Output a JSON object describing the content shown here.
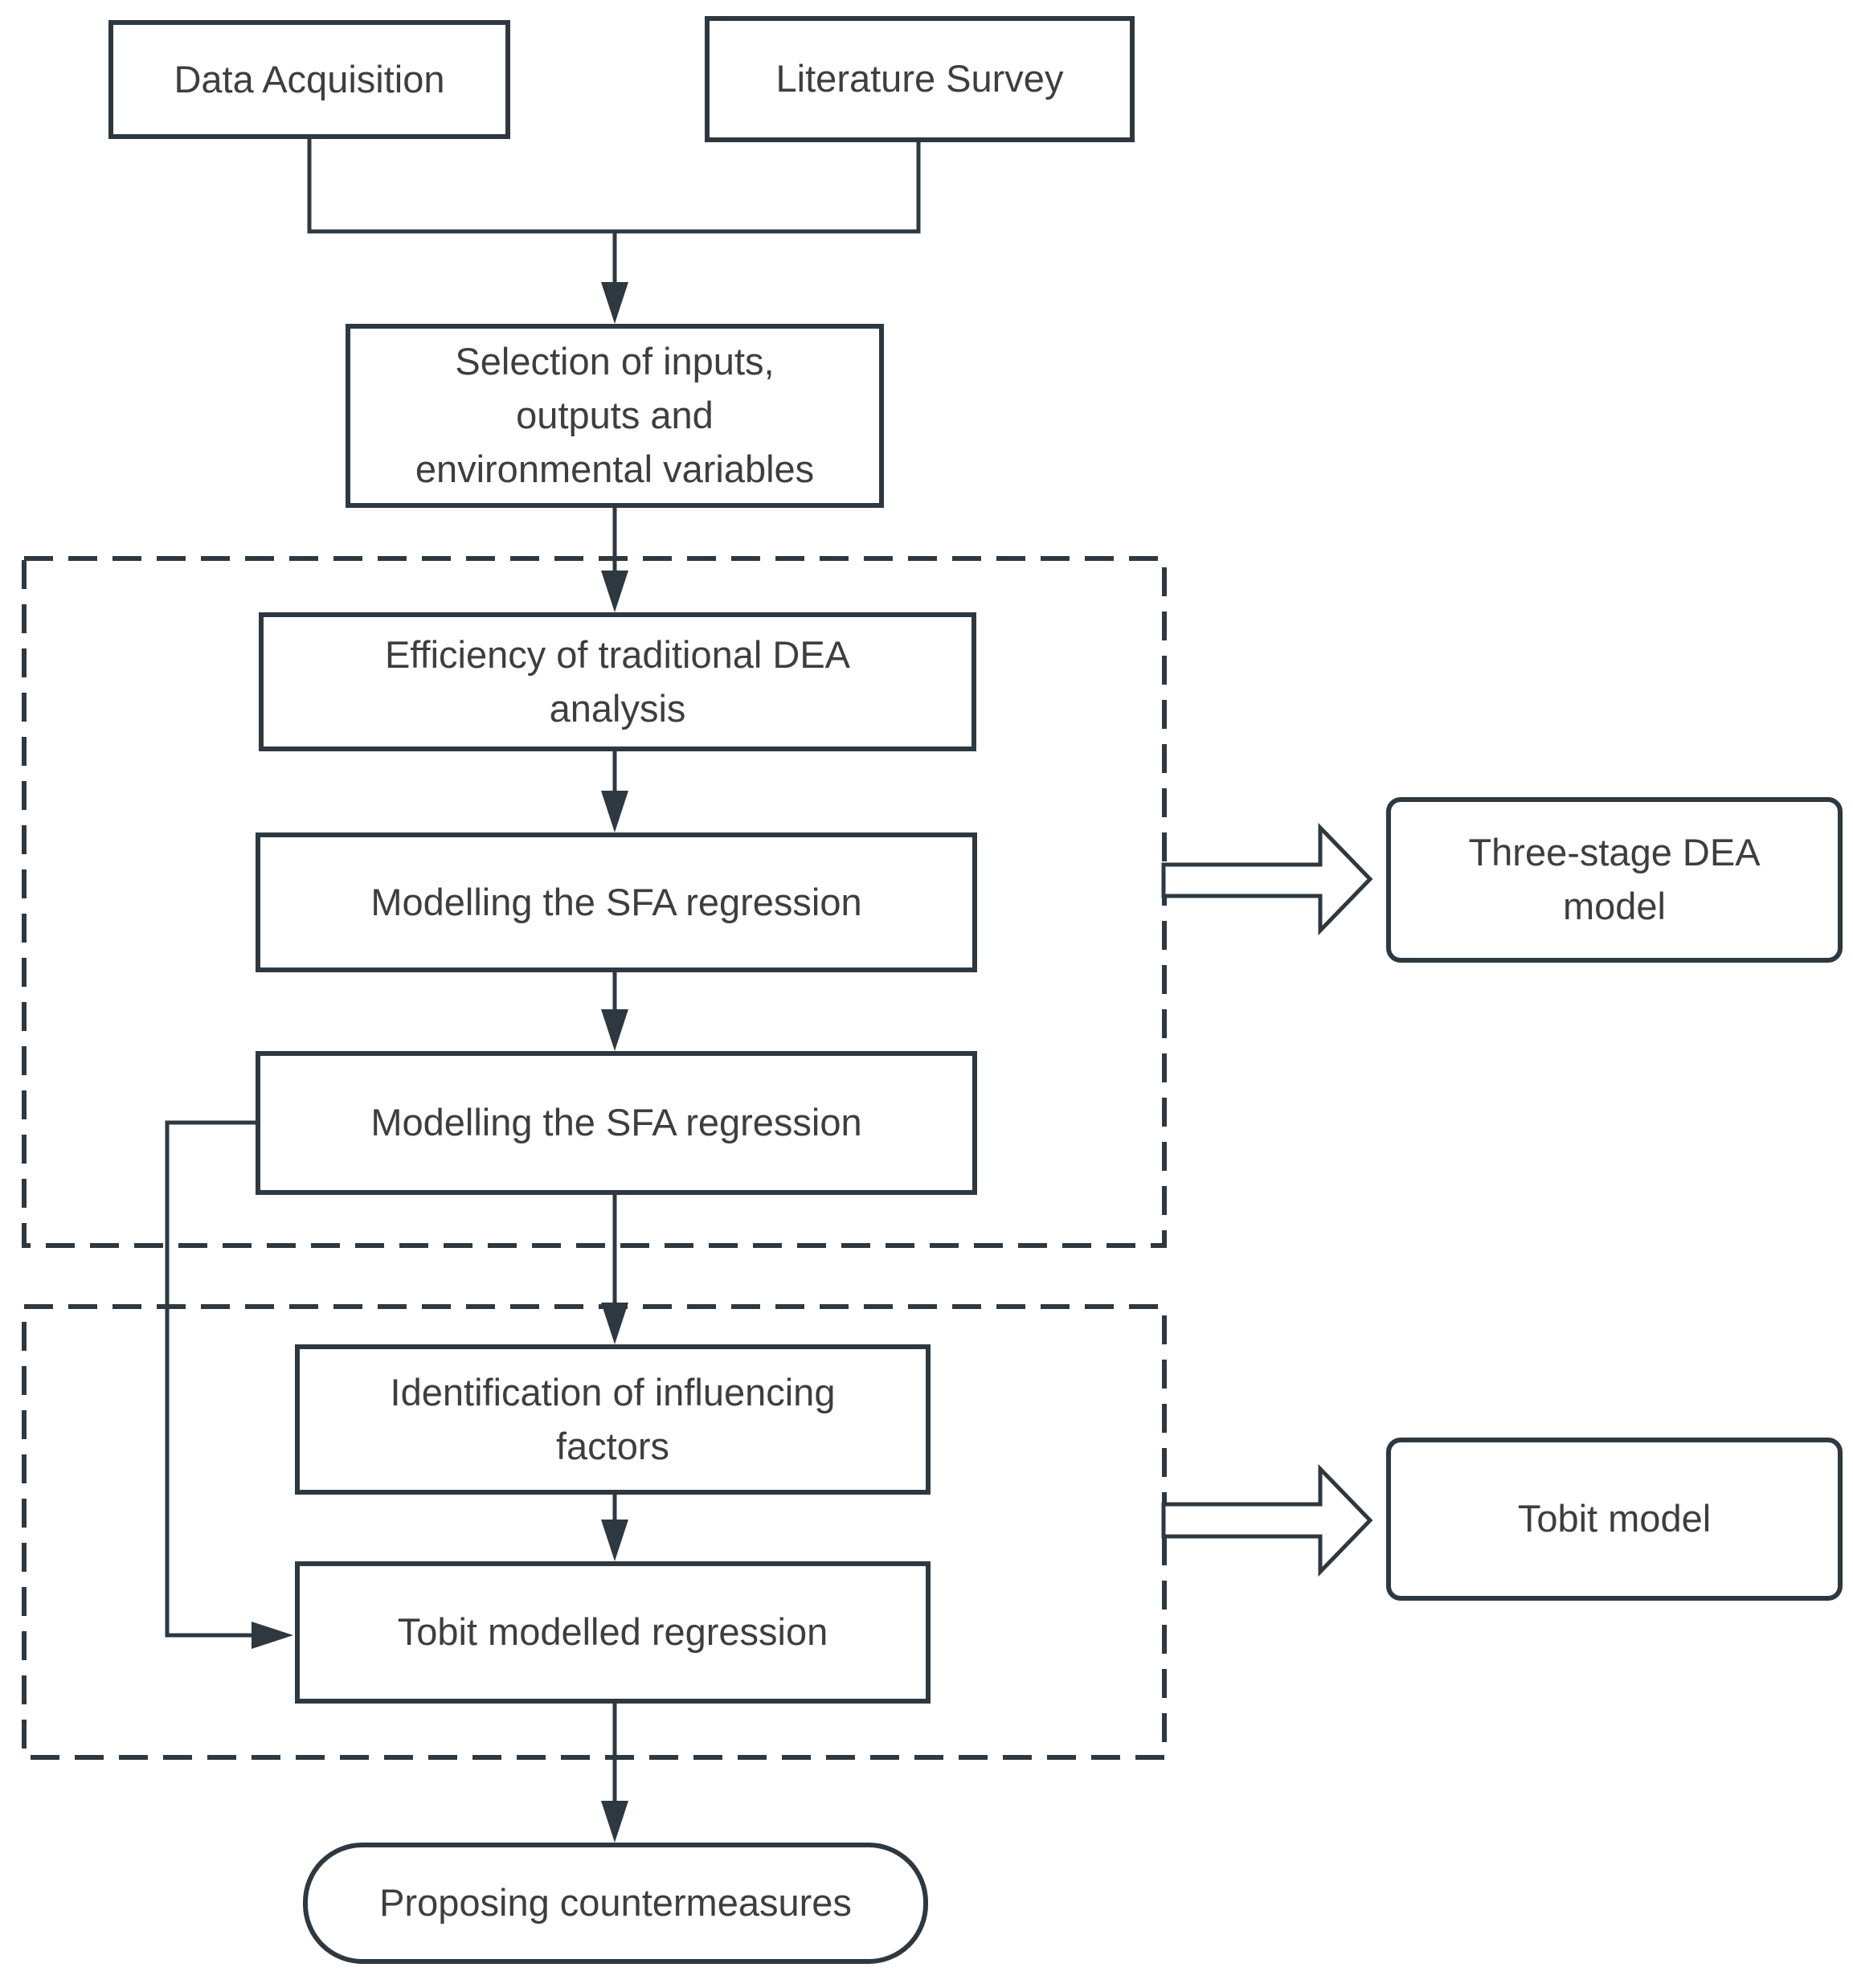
{
  "diagram": {
    "type": "flowchart",
    "background": "#ffffff",
    "line_color": "#2e3840",
    "text_color": "#3e3e3e",
    "nodes": {
      "data_acquisition": {
        "label": "Data Acquisition",
        "shape": "rectangle"
      },
      "literature_survey": {
        "label": "Literature Survey",
        "shape": "rectangle"
      },
      "selection": {
        "label": "Selection of inputs,\noutputs and\nenvironmental variables",
        "shape": "rectangle"
      },
      "efficiency": {
        "label": "Efficiency of traditional DEA\nanalysis",
        "shape": "rectangle"
      },
      "sfa_regression_1": {
        "label": "Modelling the SFA regression",
        "shape": "rectangle"
      },
      "sfa_regression_2": {
        "label": "Modelling the SFA regression",
        "shape": "rectangle"
      },
      "identification": {
        "label": "Identification of influencing\nfactors",
        "shape": "rectangle"
      },
      "tobit_regression": {
        "label": "Tobit modelled regression",
        "shape": "rectangle"
      },
      "proposing": {
        "label": "Proposing countermeasures",
        "shape": "stadium"
      },
      "three_stage_dea": {
        "label": "Three-stage DEA\nmodel",
        "shape": "rounded-rectangle"
      },
      "tobit_model": {
        "label": "Tobit model",
        "shape": "rounded-rectangle"
      }
    },
    "groups": {
      "dea_stage_group": {
        "style": "dashed",
        "contains": [
          "efficiency",
          "sfa_regression_1",
          "sfa_regression_2"
        ],
        "points_to": "three_stage_dea"
      },
      "tobit_stage_group": {
        "style": "dashed",
        "contains": [
          "identification",
          "tobit_regression"
        ],
        "points_to": "tobit_model"
      }
    },
    "edges": [
      {
        "from": "data_acquisition",
        "to": "selection"
      },
      {
        "from": "literature_survey",
        "to": "selection"
      },
      {
        "from": "selection",
        "to": "efficiency"
      },
      {
        "from": "efficiency",
        "to": "sfa_regression_1"
      },
      {
        "from": "sfa_regression_1",
        "to": "sfa_regression_2"
      },
      {
        "from": "sfa_regression_2",
        "to": "identification"
      },
      {
        "from": "sfa_regression_2",
        "to": "tobit_regression",
        "route": "left-side-feedback"
      },
      {
        "from": "identification",
        "to": "tobit_regression"
      },
      {
        "from": "tobit_regression",
        "to": "proposing"
      },
      {
        "from": "dea_stage_group",
        "to": "three_stage_dea",
        "style": "block-arrow"
      },
      {
        "from": "tobit_stage_group",
        "to": "tobit_model",
        "style": "block-arrow"
      }
    ]
  }
}
